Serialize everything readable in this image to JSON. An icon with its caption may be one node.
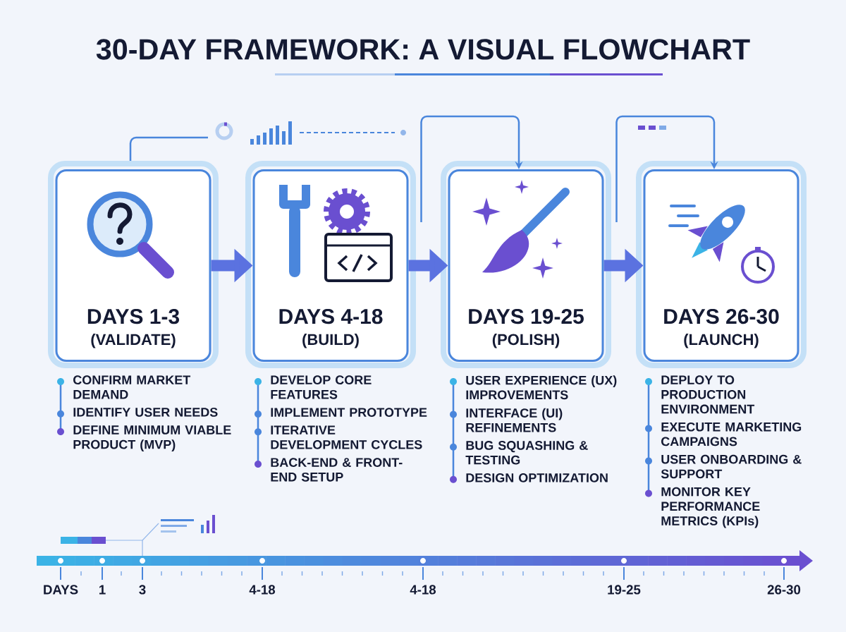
{
  "diagram": {
    "title": "30-DAY FRAMEWORK: A VISUAL FLOWCHART",
    "nodes": [
      {
        "text": [
          "DAYS 1-3",
          "(VALIDATE)"
        ],
        "beside": [
          "CONFIRM MARKET DEMAND",
          "IDENTIFY USER NEEDS",
          "DEFINE MINIMUM VIABLE PRODUCT (MVP)"
        ]
      },
      {
        "text": [
          "DAYS 4-18",
          "(BUILD)"
        ],
        "beside": [
          "DEVELOP CORE FEATURES",
          "IMPLEMENT PROTOTYPE",
          "ITERATIVE DEVELOPMENT CYCLES",
          "BACK-END & FRONT-END SETUP"
        ]
      },
      {
        "text": [
          "DAYS 19-25",
          "(POLISH)"
        ],
        "beside": [
          "USER EXPERIENCE (UX) IMPROVEMENTS",
          "INTERFACE (UI) REFINEMENTS",
          "BUG SQUASHING & TESTING",
          "DESIGN OPTIMIZATION"
        ]
      },
      {
        "text": [
          "DAYS 26-30",
          "(LAUNCH)"
        ],
        "beside": [
          "DEPLOY TO PRODUCTION ENVIRONMENT",
          "EXECUTE MARKETING CAMPAIGNS",
          "USER ONBOARDING & SUPPORT",
          "MONITOR KEY PERFORMANCE METRICS (KPIs)"
        ]
      }
    ],
    "edges": [
      {
        "from": 0,
        "to": 1,
        "arrow": "to"
      },
      {
        "from": 1,
        "to": 2,
        "arrow": "to"
      },
      {
        "from": 2,
        "to": 3,
        "arrow": "to"
      },
      {
        "from": 1,
        "to": 2,
        "arrow": "to"
      },
      {
        "from": 2,
        "to": 3,
        "arrow": "to"
      }
    ],
    "labels": [
      "DAYS",
      "1",
      "3",
      "4-18",
      "4-18",
      "19-25",
      "26-30"
    ]
  }
}
